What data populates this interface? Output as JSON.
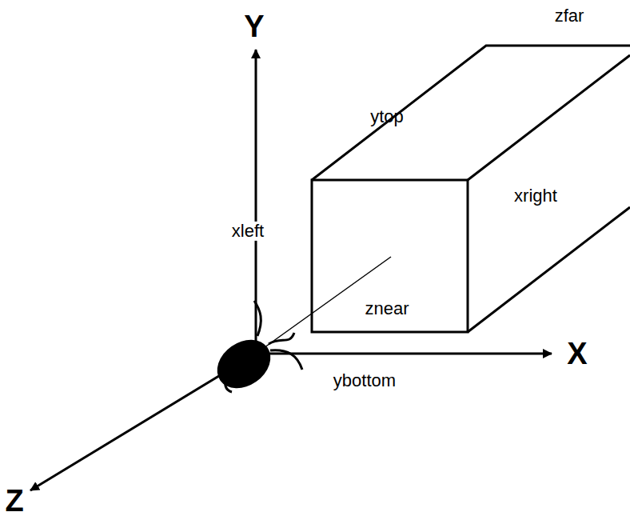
{
  "diagram": {
    "labels": [
      "Y",
      "zfar",
      "ytop",
      "xright",
      "xleft",
      "znear",
      "X",
      "ybottom",
      "Z"
    ]
  }
}
